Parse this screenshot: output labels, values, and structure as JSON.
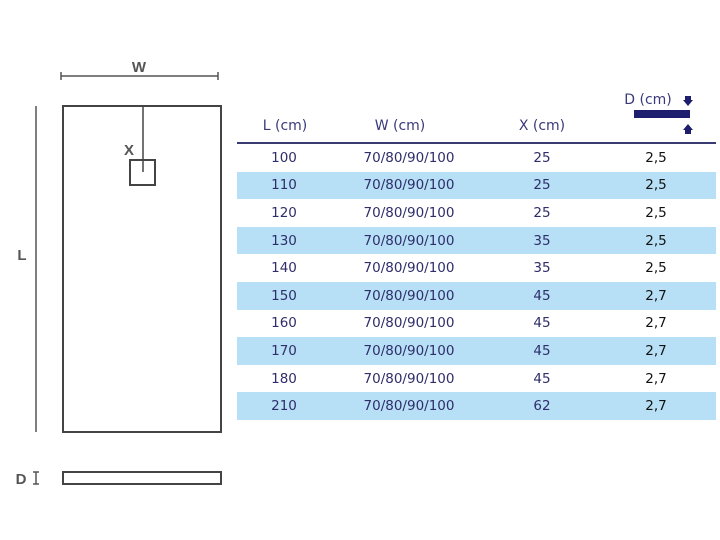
{
  "diagram": {
    "width_label": "W",
    "length_label": "L",
    "drain_label": "X",
    "depth_label": "D"
  },
  "table": {
    "headers": {
      "l": "L (cm)",
      "w": "W (cm)",
      "x": "X (cm)",
      "d": "D (cm)"
    },
    "rows": [
      {
        "l": "100",
        "w": "70/80/90/100",
        "x": "25",
        "d": "2,5"
      },
      {
        "l": "110",
        "w": "70/80/90/100",
        "x": "25",
        "d": "2,5"
      },
      {
        "l": "120",
        "w": "70/80/90/100",
        "x": "25",
        "d": "2,5"
      },
      {
        "l": "130",
        "w": "70/80/90/100",
        "x": "35",
        "d": "2,5"
      },
      {
        "l": "140",
        "w": "70/80/90/100",
        "x": "35",
        "d": "2,5"
      },
      {
        "l": "150",
        "w": "70/80/90/100",
        "x": "45",
        "d": "2,7"
      },
      {
        "l": "160",
        "w": "70/80/90/100",
        "x": "45",
        "d": "2,7"
      },
      {
        "l": "170",
        "w": "70/80/90/100",
        "x": "45",
        "d": "2,7"
      },
      {
        "l": "180",
        "w": "70/80/90/100",
        "x": "45",
        "d": "2,7"
      },
      {
        "l": "210",
        "w": "70/80/90/100",
        "x": "62",
        "d": "2,7"
      }
    ]
  },
  "colors": {
    "accent": "#1e1e6e",
    "row_alt": "#b7e0f7",
    "text": "#2e2e6a"
  }
}
